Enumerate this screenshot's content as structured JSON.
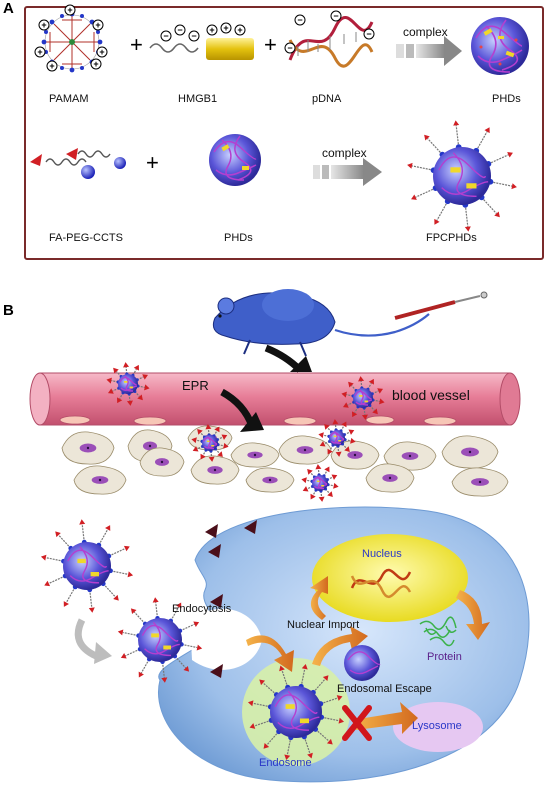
{
  "panels": {
    "a": "A",
    "b": "B"
  },
  "panel_a": {
    "row1": {
      "pamam": "PAMAM",
      "hmgb1": "HMGB1",
      "pdna": "pDNA",
      "arrow": "complex",
      "product": "PHDs"
    },
    "row2": {
      "fapeg": "FA-PEG-CCTS",
      "phds": "PHDs",
      "arrow": "complex",
      "product": "FPCPHDs"
    },
    "plus": "+"
  },
  "panel_b": {
    "epr": "EPR",
    "blood_vessel": "blood vessel",
    "nucleus": "Nucleus",
    "endocytosis": "Endocytosis",
    "nuclear_import": "Nuclear Import",
    "protein": "Protein",
    "endosomal_escape": "Endosomal Escape",
    "lysosome": "Lysosome",
    "endosome": "Endosome"
  },
  "colors": {
    "accent": "#7a2a2a",
    "vessel": "#e8879f",
    "cell": "#a7c6ec",
    "nucleus": "#f2ea2c",
    "lysosome": "#e6c8f2",
    "endosome": "#d7f0a8",
    "label_blue": "#2a38c8"
  }
}
